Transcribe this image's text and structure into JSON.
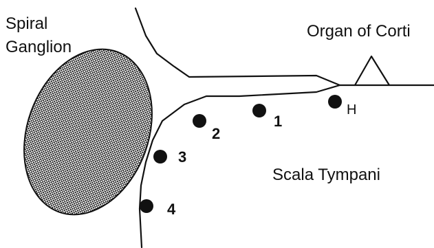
{
  "labels": {
    "spiral_line1": "Spiral",
    "spiral_line2": "Ganglion",
    "organ": "Organ of Corti",
    "scala": "Scala Tympani"
  },
  "electrodes": [
    {
      "id": "H",
      "label": "H"
    },
    {
      "id": "1",
      "label": "1"
    },
    {
      "id": "2",
      "label": "2"
    },
    {
      "id": "3",
      "label": "3"
    },
    {
      "id": "4",
      "label": "4"
    }
  ],
  "colors": {
    "ink": "#111111",
    "background": "#ffffff"
  }
}
